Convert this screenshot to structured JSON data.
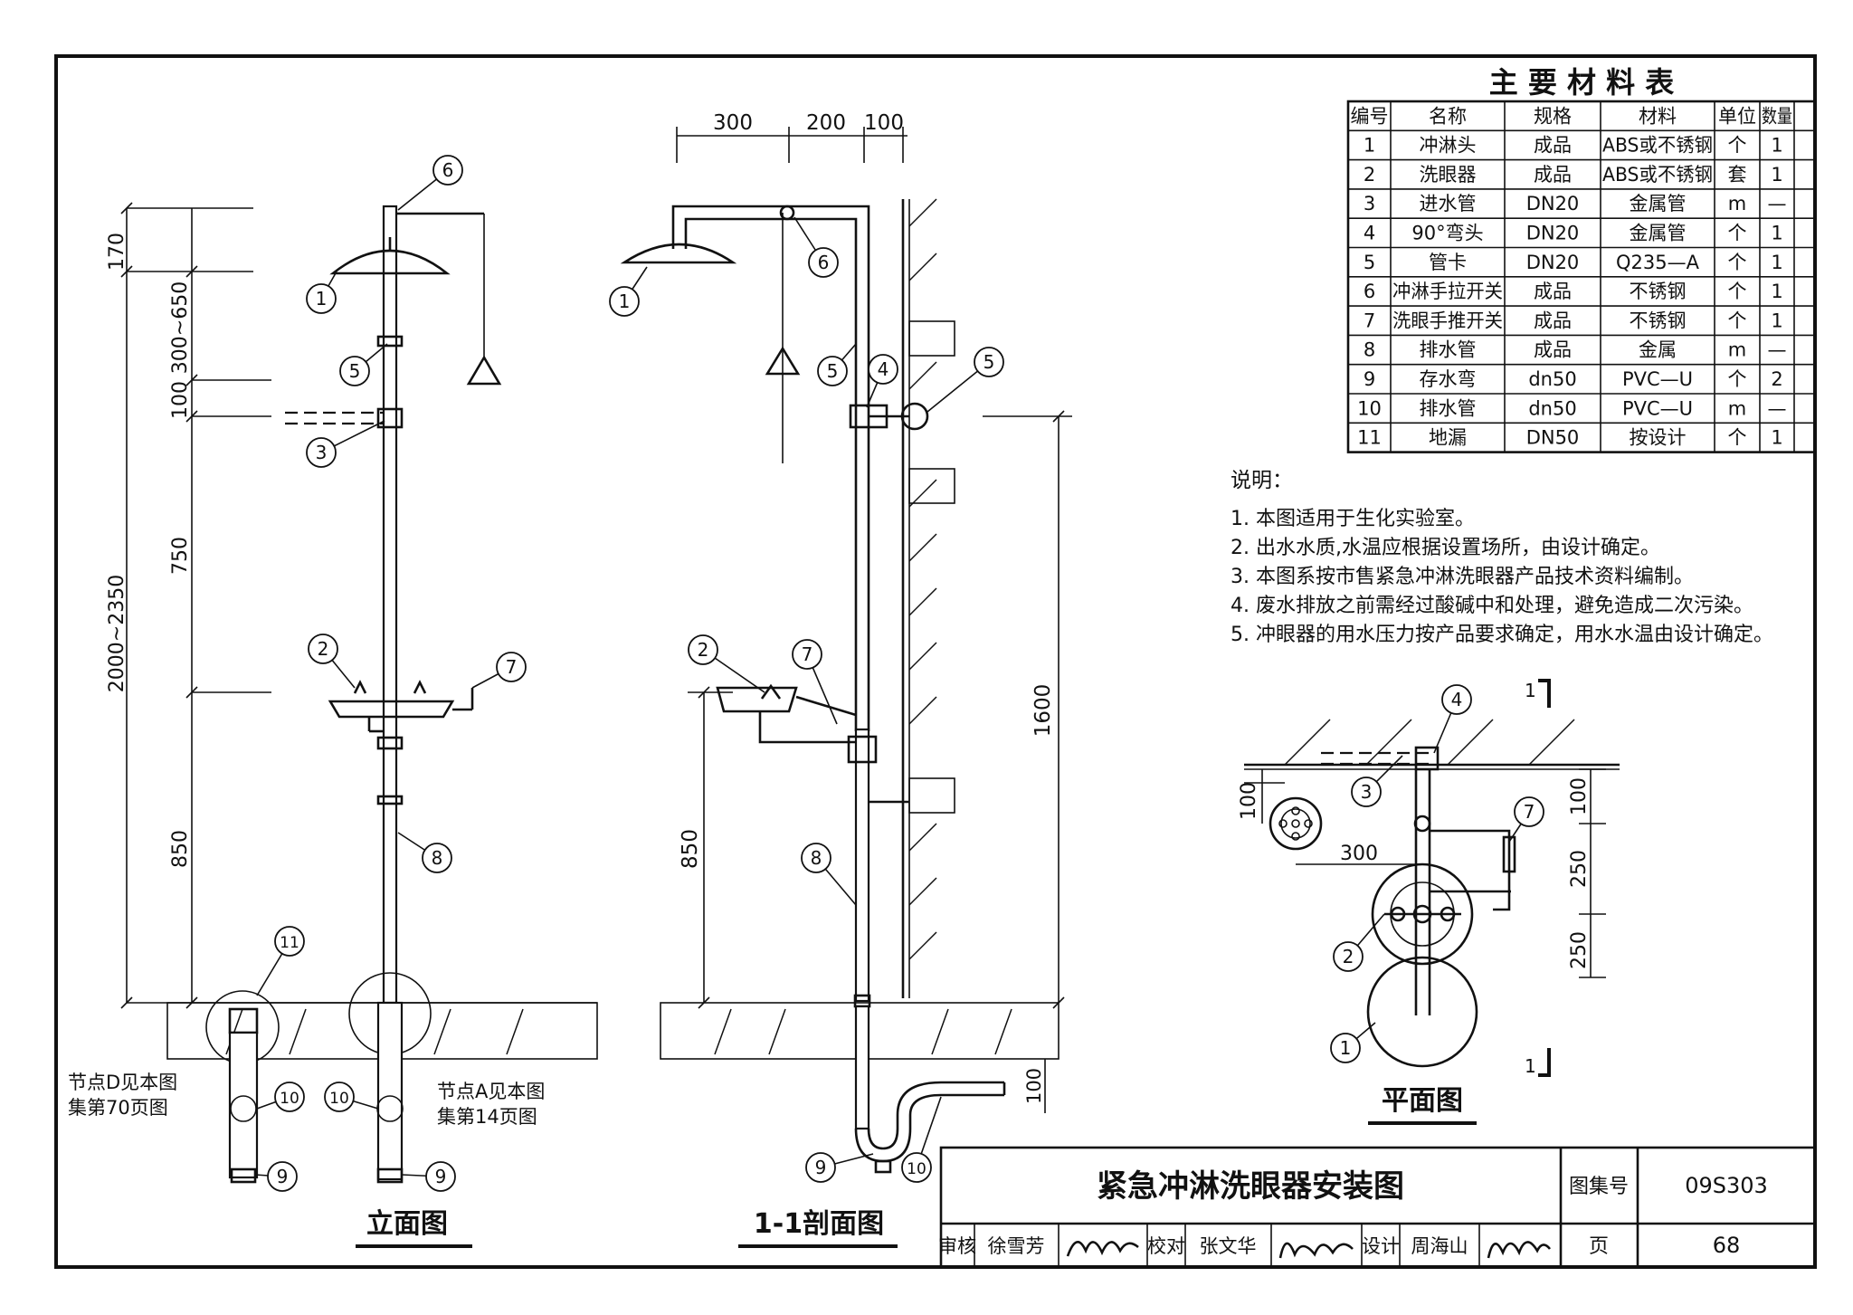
{
  "title_block": {
    "drawing_title": "紧急冲淋洗眼器安装图",
    "atlas_label": "图集号",
    "atlas_no": "09S303",
    "page_label": "页",
    "page_no": "68",
    "review_label": "审核",
    "reviewer": "徐雪芳",
    "check_label": "校对",
    "checker": "张文华",
    "design_label": "设计",
    "designer": "周海山"
  },
  "materials_table": {
    "title": "主 要 材 料 表",
    "headers": [
      "编号",
      "名称",
      "规格",
      "材料",
      "单位",
      "数量"
    ],
    "rows": [
      [
        "1",
        "冲淋头",
        "成品",
        "ABS或不锈钢",
        "个",
        "1"
      ],
      [
        "2",
        "洗眼器",
        "成品",
        "ABS或不锈钢",
        "套",
        "1"
      ],
      [
        "3",
        "进水管",
        "DN20",
        "金属管",
        "m",
        "—"
      ],
      [
        "4",
        "90°弯头",
        "DN20",
        "金属管",
        "个",
        "1"
      ],
      [
        "5",
        "管卡",
        "DN20",
        "Q235—A",
        "个",
        "1"
      ],
      [
        "6",
        "冲淋手拉开关",
        "成品",
        "不锈钢",
        "个",
        "1"
      ],
      [
        "7",
        "洗眼手推开关",
        "成品",
        "不锈钢",
        "个",
        "1"
      ],
      [
        "8",
        "排水管",
        "成品",
        "金属",
        "m",
        "—"
      ],
      [
        "9",
        "存水弯",
        "dn50",
        "PVC—U",
        "个",
        "2"
      ],
      [
        "10",
        "排水管",
        "dn50",
        "PVC—U",
        "m",
        "—"
      ],
      [
        "11",
        "地漏",
        "DN50",
        "按设计",
        "个",
        "1"
      ]
    ]
  },
  "notes": {
    "heading": "说明：",
    "items": [
      "1. 本图适用于生化实验室。",
      "2. 出水水质,水温应根据设置场所，由设计确定。",
      "3. 本图系按市售紧急冲淋洗眼器产品技术资料编制。",
      "4. 废水排放之前需经过酸碱中和处理，避免造成二次污染。",
      "5. 冲眼器的用水压力按产品要求确定，用水水温由设计确定。"
    ]
  },
  "views": {
    "elevation_title": "立面图",
    "section_title": "1-1剖面图",
    "plan_title": "平面图",
    "section_mark": "1"
  },
  "elevation": {
    "dims": [
      "170",
      "300~650",
      "100",
      "750",
      "850",
      "2000~2350"
    ],
    "node_d_note": [
      "节点D见本图",
      "集第70页图"
    ],
    "node_a_note": [
      "节点A见本图",
      "集第14页图"
    ],
    "callouts": [
      "6",
      "1",
      "5",
      "3",
      "2",
      "7",
      "8",
      "11",
      "10",
      "10",
      "9",
      "9"
    ]
  },
  "section": {
    "top_dims": [
      "300",
      "200",
      "100"
    ],
    "dims": [
      "1600",
      "850",
      "100"
    ],
    "callouts": [
      "1",
      "6",
      "5",
      "4",
      "5",
      "2",
      "7",
      "8",
      "9",
      "10"
    ]
  },
  "plan": {
    "dims": [
      "100",
      "300",
      "100",
      "250",
      "250"
    ],
    "callouts": [
      "4",
      "3",
      "7",
      "2",
      "1"
    ]
  }
}
